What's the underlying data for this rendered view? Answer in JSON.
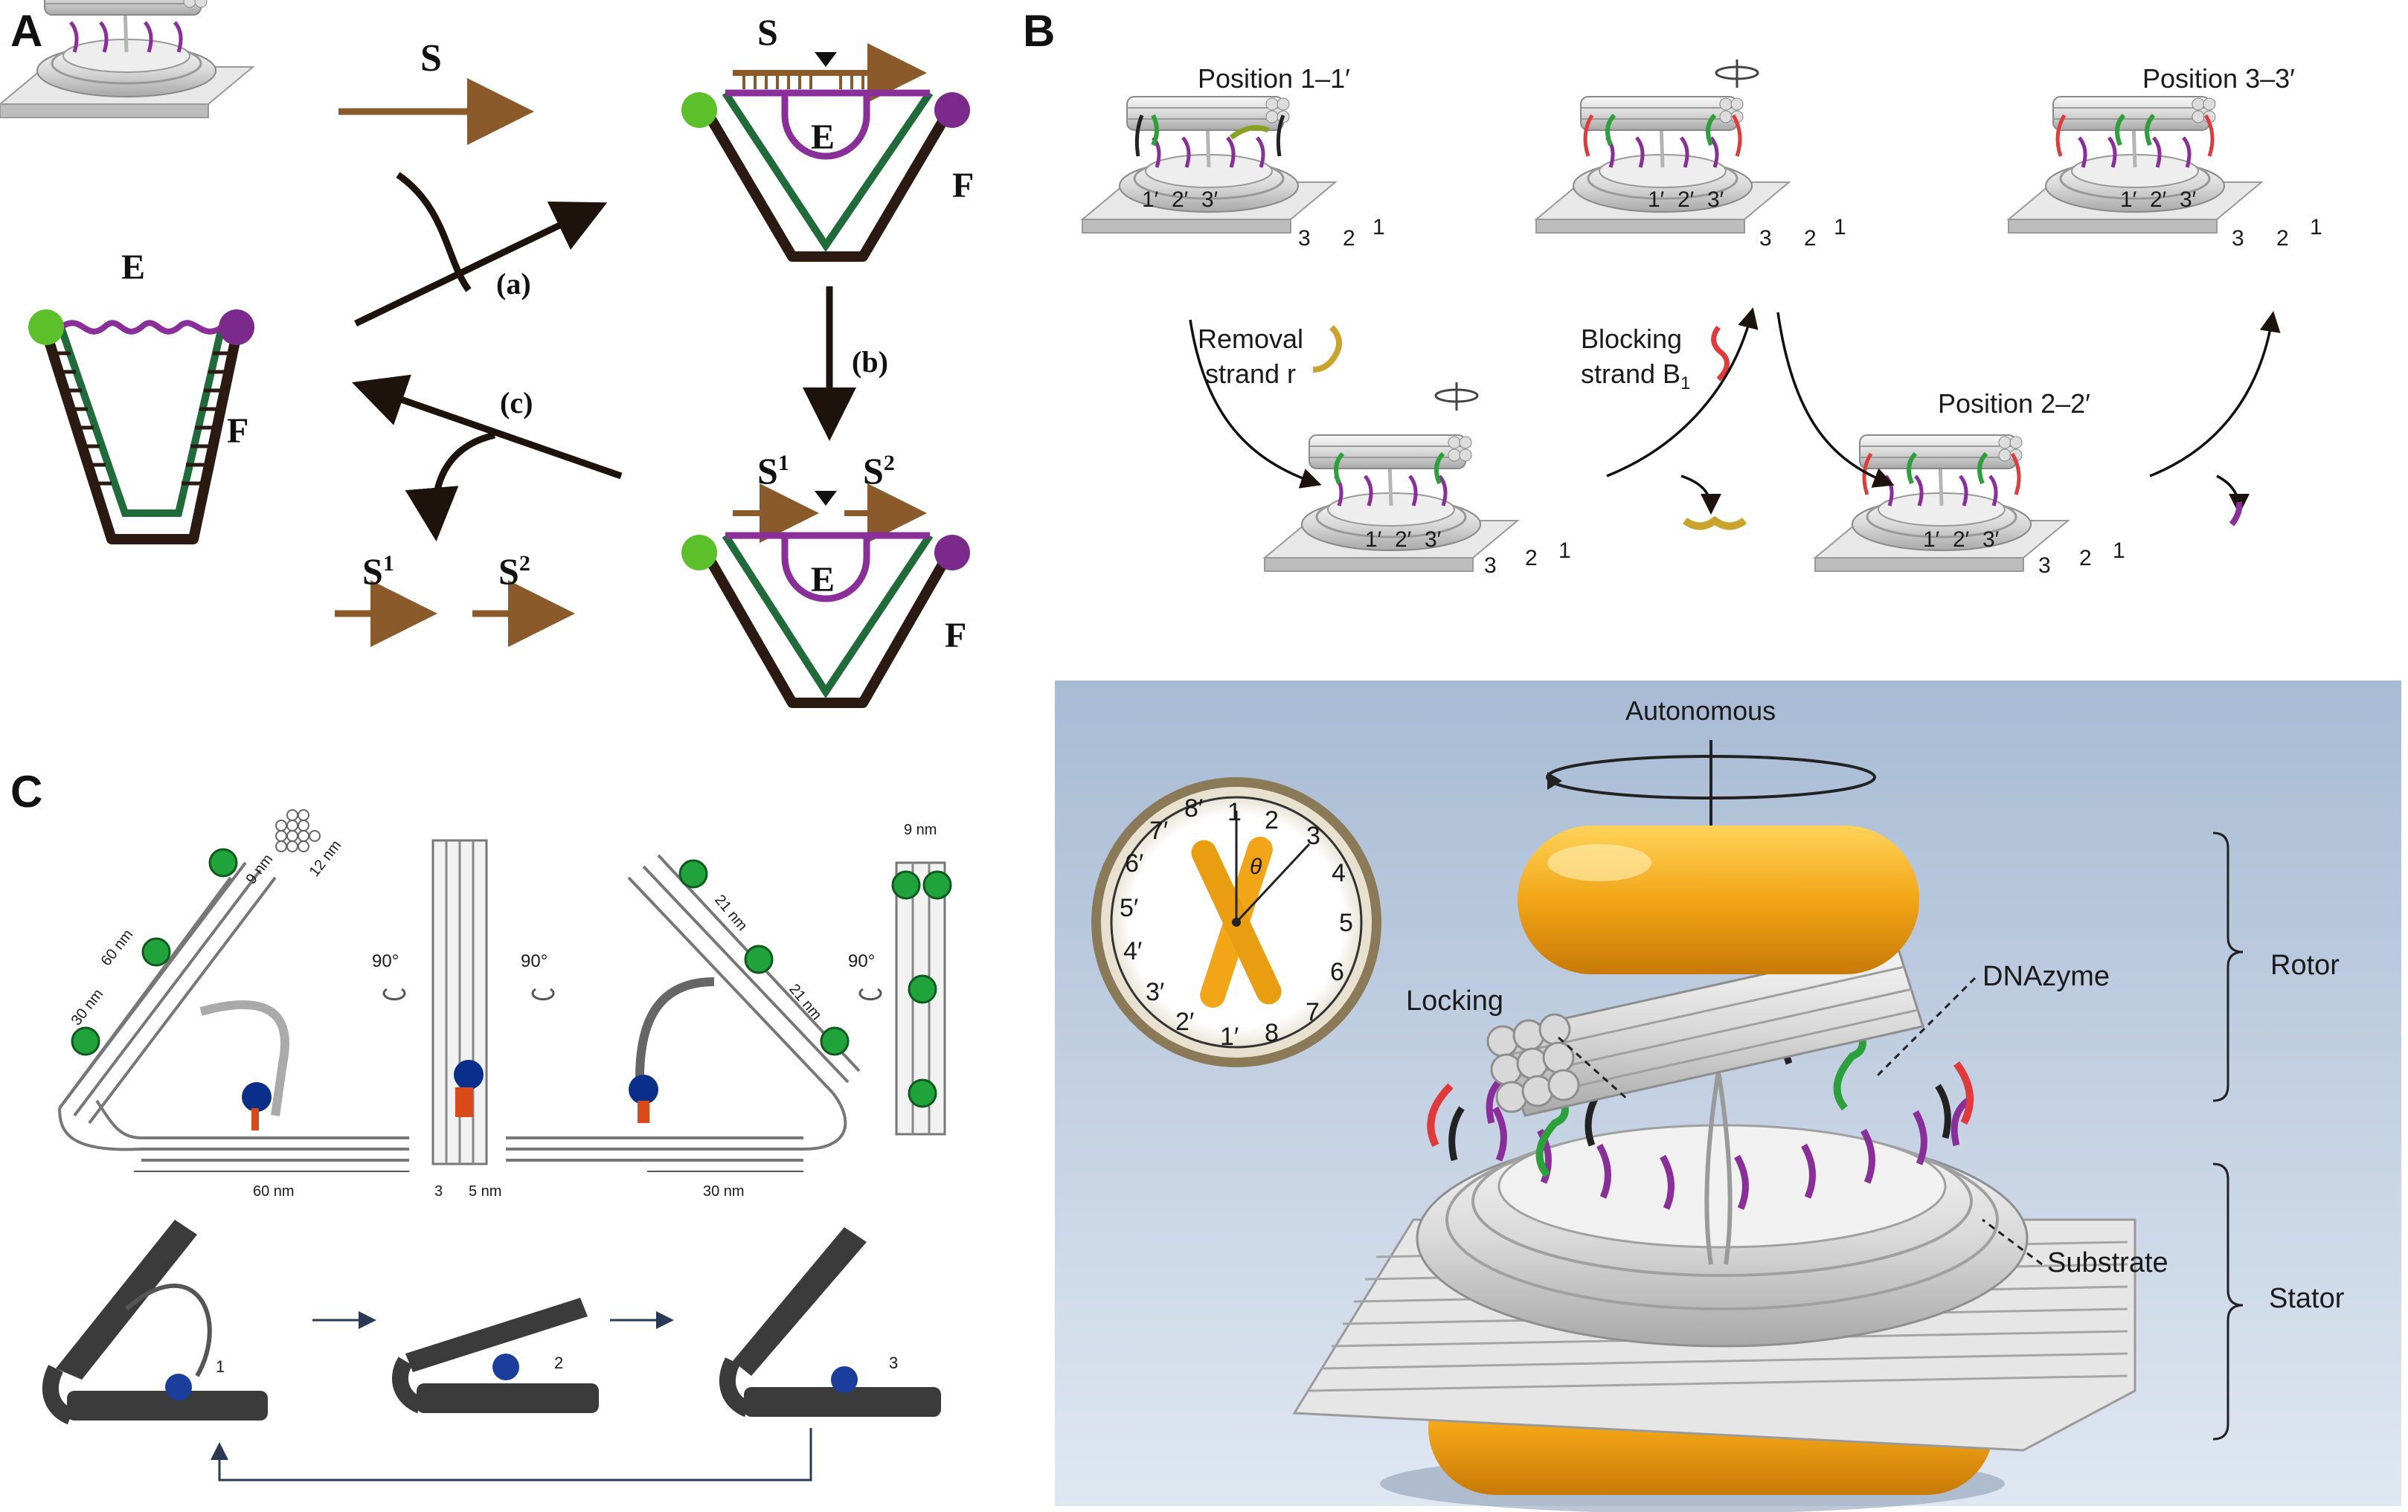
{
  "panels": {
    "a": "A",
    "b": "B",
    "c": "C"
  },
  "panel_a": {
    "enzyme": "E",
    "frame": "F",
    "substrate": "S",
    "step_a": "(a)",
    "step_b": "(b)",
    "step_c": "(c)",
    "product_1": "S",
    "product_1_sup": "1",
    "product_2": "S",
    "product_2_sup": "2"
  },
  "panel_b": {
    "position_1": "Position 1–1′",
    "position_2": "Position 2–2′",
    "position_3": "Position 3–3′",
    "removal_line1": "Removal",
    "removal_line2": "strand r",
    "blocking_line1": "Blocking",
    "blocking_line2": "strand B",
    "blocking_sub": "1",
    "site_labels_top": [
      "1′",
      "2′",
      "3′"
    ],
    "site_labels_bottom": [
      "3",
      "2",
      "1"
    ]
  },
  "panel_b_lower": {
    "autonomous": "Autonomous",
    "locking": "Locking",
    "dnazyme": "DNAzyme",
    "substrate": "Substrate",
    "rotor": "Rotor",
    "stator": "Stator",
    "theta": "θ",
    "clock_numbers": [
      "1",
      "2",
      "3",
      "4",
      "5",
      "6",
      "7",
      "8",
      "1′",
      "2′",
      "3′",
      "4′",
      "5′",
      "6′",
      "7′",
      "8′"
    ]
  },
  "panel_c": {
    "dim_60_bottom": "60 nm",
    "dim_60_arm": "60 nm",
    "dim_30_arm": "30 nm",
    "dim_9_top": "9 nm",
    "dim_12": "12 nm",
    "dim_3": "3",
    "dim_5": "5 nm",
    "dim_21_a": "21 nm",
    "dim_21_b": "21 nm",
    "dim_30_bottom": "30 nm",
    "dim_9_right": "9 nm",
    "rot_1": "90°",
    "rot_2": "90°",
    "rot_3": "90°",
    "state_1": "1",
    "state_2": "2",
    "state_3": "3"
  },
  "colors": {
    "substrate_brown": "#8a5a2b",
    "enzyme_purple": "#8a2e9a",
    "frame_dark": "#2a1a12",
    "green_strand": "#1f6b3a",
    "green_dot": "#5cc02b",
    "purple_dot": "#7b2a8c",
    "gold": "#f2a516",
    "bg_blue": "#b9c8dc"
  }
}
